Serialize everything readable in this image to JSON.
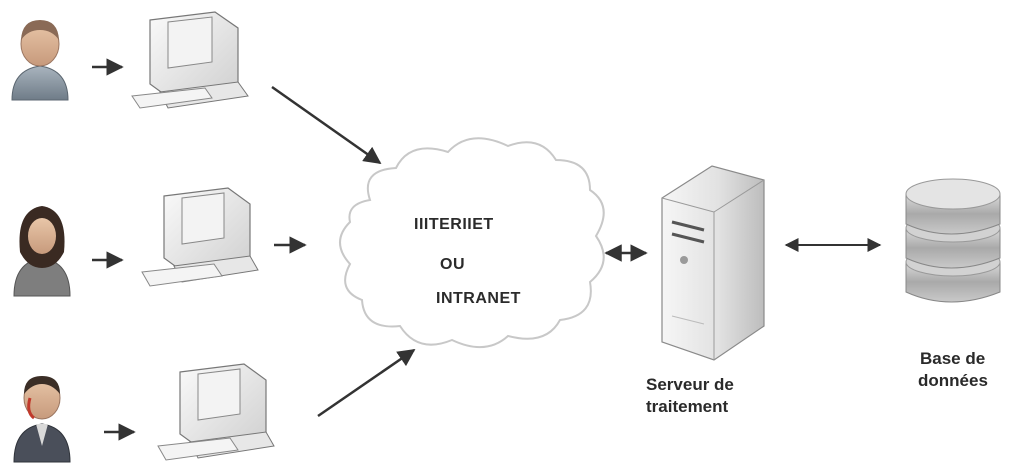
{
  "cloud": {
    "line1": "IIITERIIET",
    "line2": "OU",
    "line3": "INTRANET"
  },
  "server": {
    "label_line1": "Serveur de",
    "label_line2": "traitement"
  },
  "database": {
    "label_line1": "Base de",
    "label_line2": "données"
  },
  "users": [
    {
      "icon": "user-male-icon"
    },
    {
      "icon": "user-female-icon"
    },
    {
      "icon": "user-businessman-icon"
    }
  ],
  "colors": {
    "arrow": "#333333",
    "cloud_stroke": "#c8c8c8",
    "server_body": "#e6e6e6",
    "db_disk": "#bdbdbd"
  }
}
